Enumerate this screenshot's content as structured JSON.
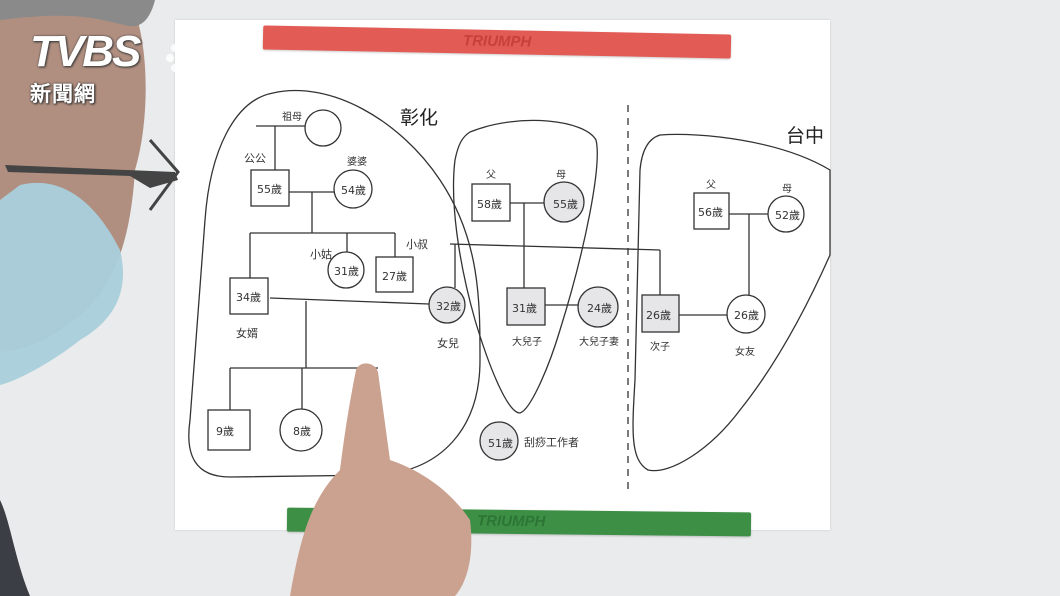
{
  "logo": {
    "brand": "TVBS",
    "sub": "新聞網"
  },
  "regions": {
    "changhua": "彰化",
    "taichung": "台中"
  },
  "nodes": {
    "grandmother": "祖母",
    "grandfather_age": "55歲",
    "grandfather_role": "公公",
    "mother_in_law_age": "54歲",
    "mother_in_law_role": "婆婆",
    "aunt_age": "31歲",
    "aunt_role": "小姑",
    "uncle_age": "27歲",
    "uncle_role": "小叔",
    "son_in_law_age": "34歲",
    "son_in_law_role": "女婿",
    "daughter_age": "32歲",
    "daughter_role": "女兒",
    "child1_age": "9歲",
    "child2_age": "8歲",
    "father_age": "58歲",
    "father_role": "父",
    "mother_age": "55歲",
    "mother_role": "母",
    "eldest_son_age": "31歲",
    "eldest_son_role": "大兒子",
    "eldest_son_wife_age": "24歲",
    "eldest_son_wife_role": "大兒子妻",
    "scraper_age": "51歲",
    "scraper_role": "刮痧工作者",
    "tc_father_age": "56歲",
    "tc_father_role": "父",
    "tc_mother_age": "52歲",
    "tc_mother_role": "母",
    "second_son_age": "26歲",
    "second_son_role": "次子",
    "girlfriend_age": "26歲",
    "girlfriend_role": "女友"
  },
  "rulers": {
    "top_brand": "TRIUMPH",
    "bottom_brand": "TRIUMPH"
  },
  "colors": {
    "red_ruler": "#e25b55",
    "green_ruler": "#3c8f45",
    "node_fill": "#e6e6e9"
  }
}
